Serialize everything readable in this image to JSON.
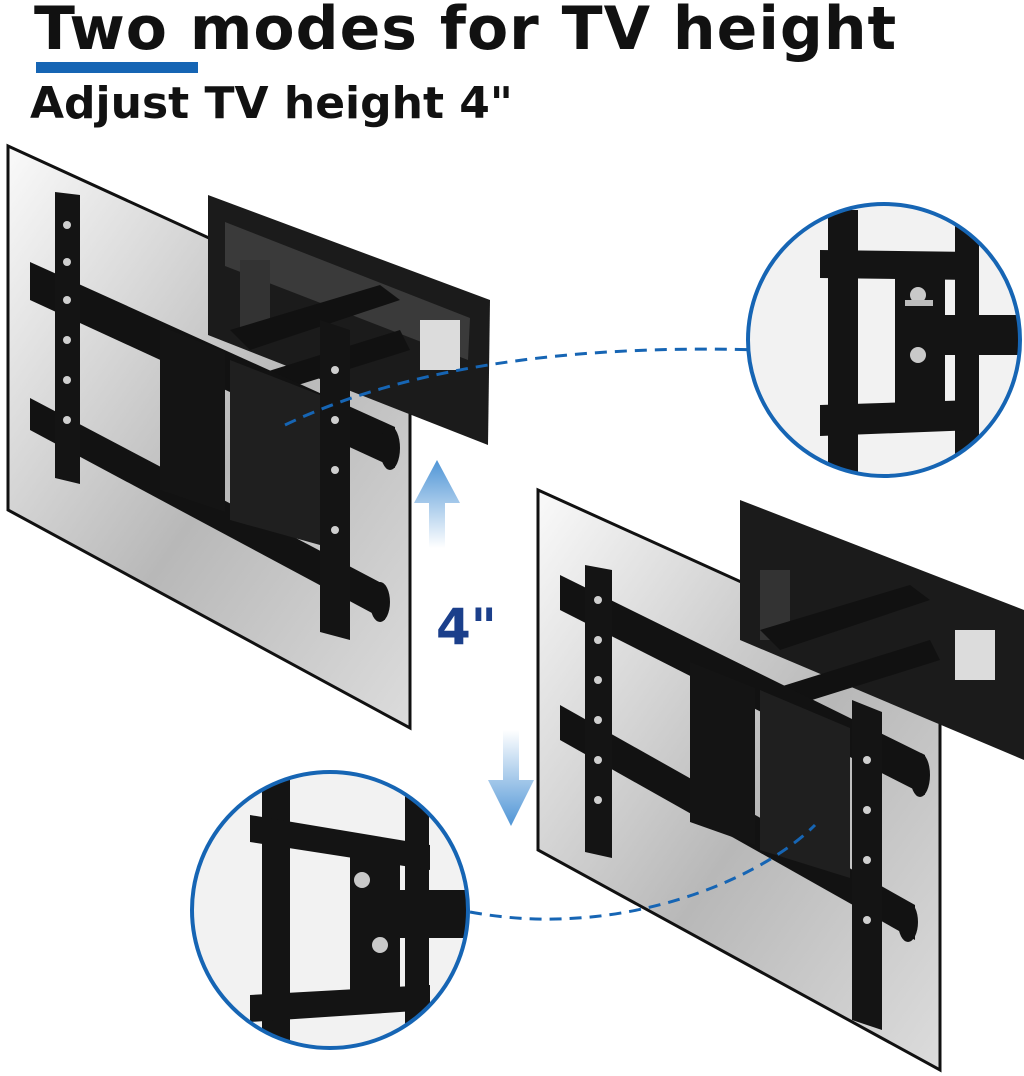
{
  "header": {
    "title": "Two modes for TV height",
    "subtitle": "Adjust TV height 4\""
  },
  "illustration": {
    "distance_label": "4\"",
    "accent_color": "#1665b4",
    "arrow_color": "#4f95d6",
    "label_color": "#1b3f8b",
    "icons": [
      "arrow-up-icon",
      "arrow-down-icon"
    ]
  }
}
